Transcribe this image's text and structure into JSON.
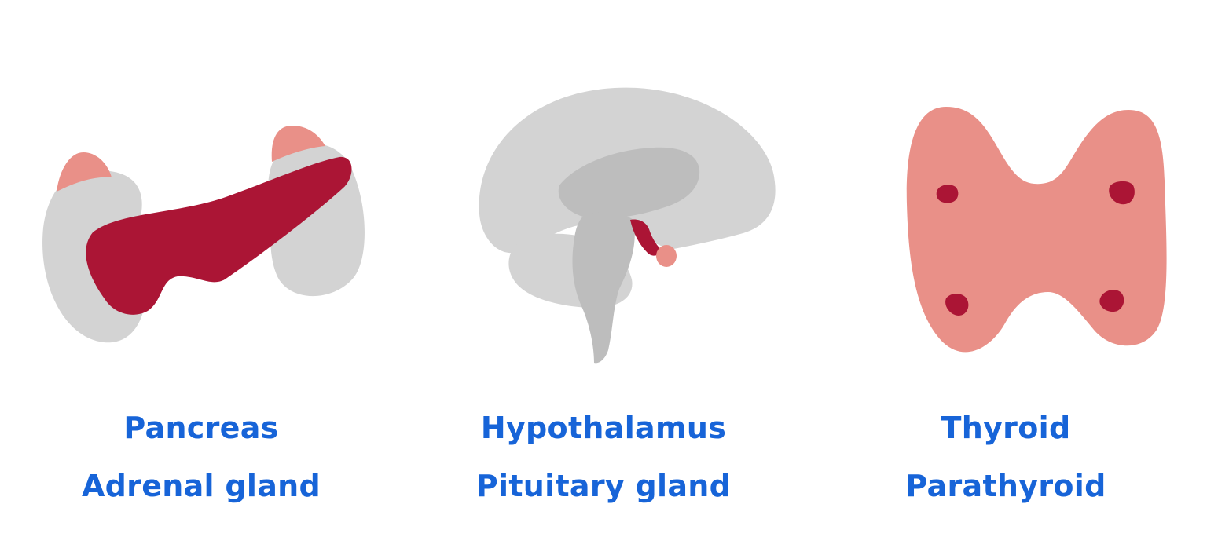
{
  "colors": {
    "label": "#1764d8",
    "organ_grey": "#d3d3d3",
    "organ_grey_dark": "#bdbdbd",
    "organ_pink": "#e99088",
    "organ_red": "#ab1535",
    "background": "#ffffff"
  },
  "panels": [
    {
      "illustration": "kidneys-adrenal-pancreas-icon",
      "labels": [
        "Pancreas",
        "Adrenal gland"
      ]
    },
    {
      "illustration": "brain-hypothalamus-pituitary-icon",
      "labels": [
        "Hypothalamus",
        "Pituitary gland"
      ]
    },
    {
      "illustration": "thyroid-parathyroid-icon",
      "labels": [
        "Thyroid",
        "Parathyroid"
      ]
    }
  ]
}
